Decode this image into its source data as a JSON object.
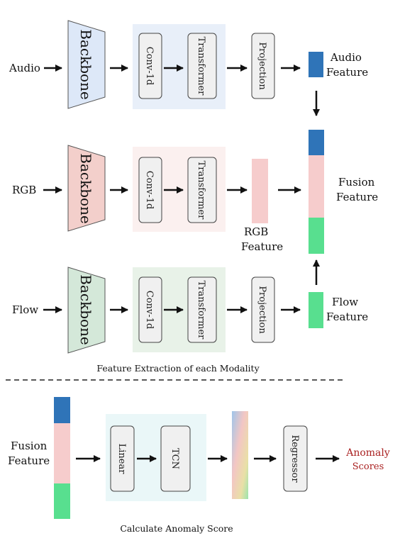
{
  "rows": {
    "audio": {
      "input_label": "Audio",
      "backbone_label": "Backbone",
      "conv_label": "Conv-1d",
      "transformer_label": "Transformer",
      "projection_label": "Projection",
      "feature_label_line1": "Audio",
      "feature_label_line2": "Feature"
    },
    "rgb": {
      "input_label": "RGB",
      "backbone_label": "Backbone",
      "conv_label": "Conv-1d",
      "transformer_label": "Transformer",
      "feature_label_line1": "RGB",
      "feature_label_line2": "Feature"
    },
    "flow": {
      "input_label": "Flow",
      "backbone_label": "Backbone",
      "conv_label": "Conv-1d",
      "transformer_label": "Transformer",
      "projection_label": "Projection",
      "feature_label_line1": "Flow",
      "feature_label_line2": "Feature"
    }
  },
  "fusion": {
    "label_line1": "Fusion",
    "label_line2": "Feature"
  },
  "section1_caption": "Feature Extraction of each Modality",
  "bottom": {
    "fusion_label_line1": "Fusion",
    "fusion_label_line2": "Feature",
    "linear_label": "Linear",
    "tcn_label": "TCN",
    "regressor_label": "Regressor",
    "anomaly_line1": "Anomaly",
    "anomaly_line2": "Scores",
    "caption": "Calculate Anomaly Score"
  },
  "colors": {
    "audio": "#2f74b8",
    "rgb": "#f6cccc",
    "flow": "#58df8f",
    "audio_backbone": "#dde8f8",
    "rgb_backbone": "#f3cfcb",
    "flow_backbone": "#d4e8d9",
    "audio_panel": "#e8eff9",
    "rgb_panel": "#fbf0ef",
    "flow_panel": "#e8f2e8",
    "bottom_panel": "#eaf7f8",
    "block": "#f0f0f0",
    "anomaly_text": "#aa2222"
  }
}
